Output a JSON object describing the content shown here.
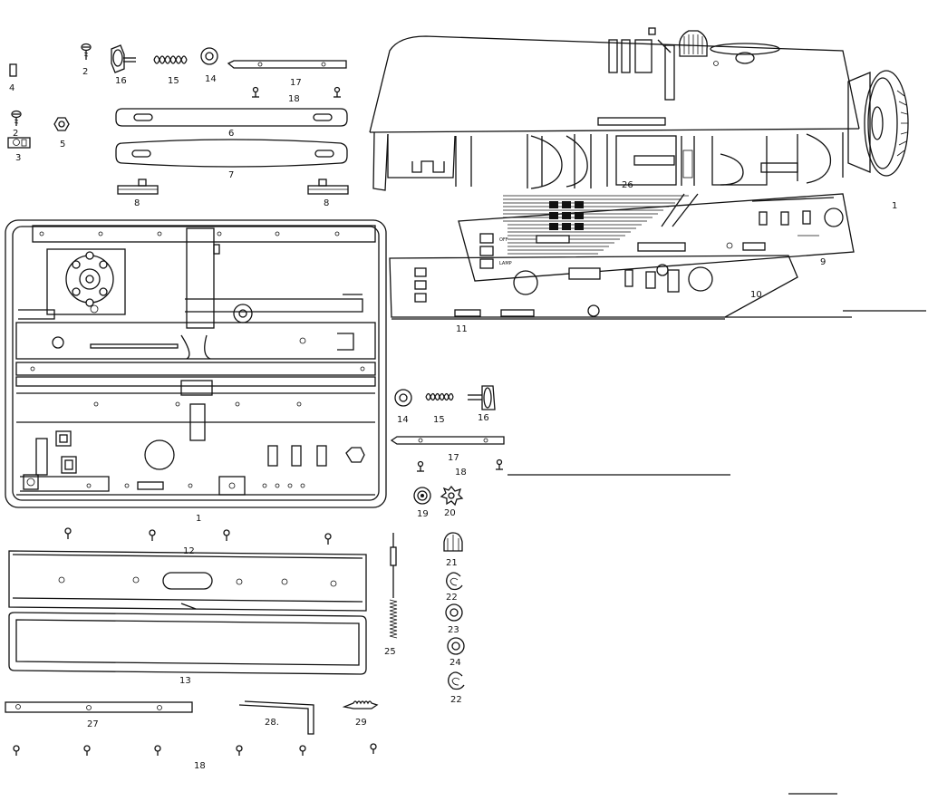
{
  "diagram": {
    "callouts": {
      "c1_base": "1",
      "c1_head": "1",
      "c2a": "2",
      "c2b": "2",
      "c3": "3",
      "c4": "4",
      "c5": "5",
      "c6": "6",
      "c7": "7",
      "c8a": "8",
      "c8b": "8",
      "c9": "9",
      "c10": "10",
      "c11": "11",
      "c12": "12",
      "c13": "13",
      "c14a": "14",
      "c14b": "14",
      "c15a": "15",
      "c15b": "15",
      "c16a": "16",
      "c16b": "16",
      "c17a": "17",
      "c17b": "17",
      "c18a": "18",
      "c18b": "18",
      "c18c": "18",
      "c19": "19",
      "c20": "20",
      "c21": "21",
      "c22a": "22",
      "c22b": "22",
      "c23": "23",
      "c24": "24",
      "c25": "25",
      "c26": "26",
      "c27": "27",
      "c28": "28.",
      "c29": "29"
    },
    "panel_labels": {
      "label_a": "OFF",
      "label_b": "LAMP"
    }
  }
}
